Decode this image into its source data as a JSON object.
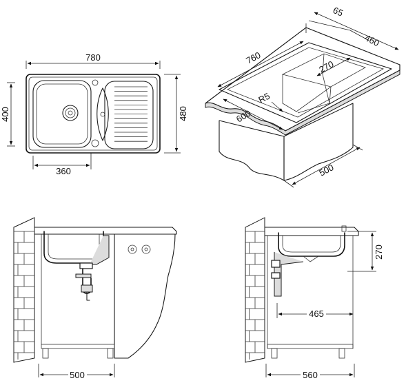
{
  "views": {
    "top_view": {
      "dims": {
        "width": "780",
        "height_left": "400",
        "height_right": "480",
        "bowl_width": "360"
      }
    },
    "iso_view": {
      "dims": {
        "depth_top": "65",
        "depth": "460",
        "length": "760",
        "bowl_depth": "270",
        "radius": "R5",
        "cabinet_width": "600",
        "cabinet_depth": "500"
      }
    },
    "front_section": {
      "dims": {
        "cabinet": "500"
      }
    },
    "side_section": {
      "dims": {
        "cabinet": "560",
        "bowl_depth": "270",
        "drain_offset": "465"
      }
    }
  }
}
